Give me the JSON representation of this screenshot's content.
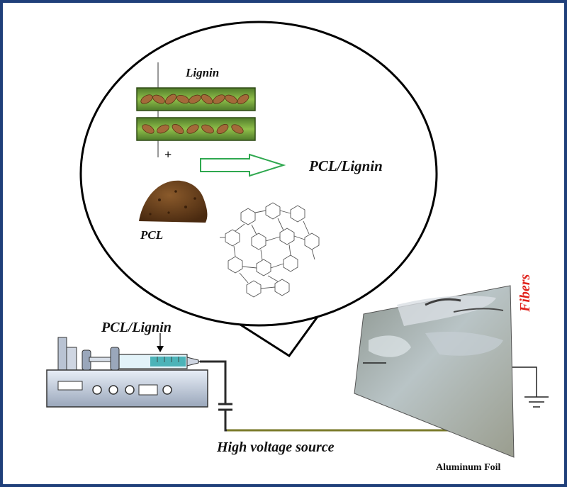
{
  "labels": {
    "lignin": "Lignin",
    "plus": "+",
    "pcl_lignin_top": "PCL/Lignin",
    "pcl": "PCL",
    "pcl_lignin_syringe": "PCL/Lignin",
    "high_voltage": "High voltage source",
    "aluminum_foil": "Aluminum Foil",
    "fibers": "Fibers"
  },
  "colors": {
    "border": "#1f3f7a",
    "arrow": "#2fa84f",
    "fibers_label": "#e0221c",
    "wire": "#2b2b2b",
    "ground_wire": "#7a7a2a"
  },
  "icons": [
    "lignin-fiber-icon",
    "pcl-powder-icon",
    "molecular-structure-icon",
    "syringe-pump-icon",
    "ground-icon"
  ]
}
